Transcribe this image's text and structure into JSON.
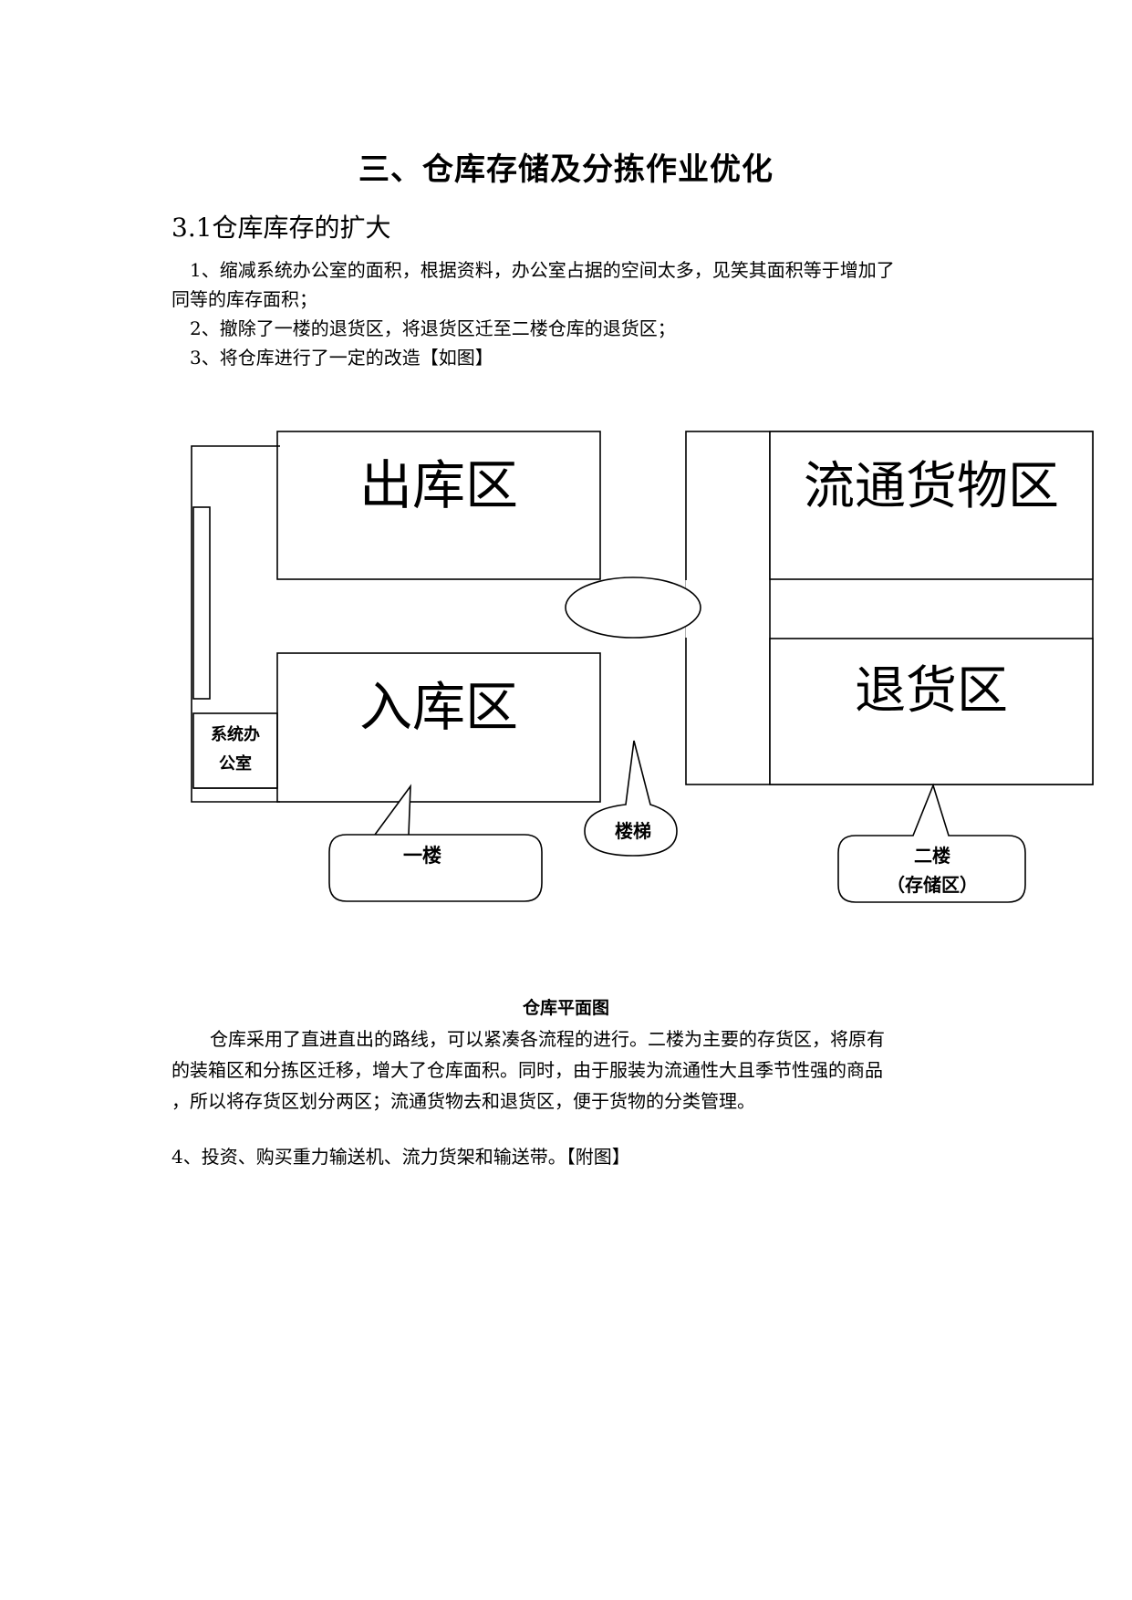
{
  "document": {
    "title": "三、仓库存储及分拣作业优化",
    "section_heading": "3.1仓库库存的扩大",
    "points": [
      "1、缩减系统办公室的面积，根据资料，办公室占据的空间太多，见笑其面积等于增加了同等的库存面积；",
      "2、撤除了一楼的退货区，将退货区迁至二楼仓库的退货区；",
      "3、将仓库进行了一定的改造【如图】"
    ],
    "p1_line1": "1、缩减系统办公室的面积，根据资料，办公室占据的空间太多，见笑其面积等于增加了",
    "p1_line2": "同等的库存面积；",
    "caption": "仓库平面图",
    "body_lines": [
      "仓库采用了直进直出的路线，可以紧凑各流程的进行。二楼为主要的存货区，将原有",
      "的装箱区和分拣区迁移，增大了仓库面积。同时，由于服装为流通性大且季节性强的商品",
      "，所以将存货区划分两区；流通货物去和退货区，便于货物的分类管理。"
    ],
    "point4": "4、投资、购买重力输送机、流力货架和输送带。【附图】"
  },
  "floor_plan": {
    "zones": {
      "outbound": "出库区",
      "inbound": "入库区",
      "circulation": "流通货物区",
      "returns": "退货区",
      "office_line1": "系统办",
      "office_line2": "公室"
    },
    "callouts": {
      "first_floor": "一楼",
      "stairs": "楼梯",
      "second_floor_line1": "二楼",
      "second_floor_line2": "（存储区）"
    }
  }
}
